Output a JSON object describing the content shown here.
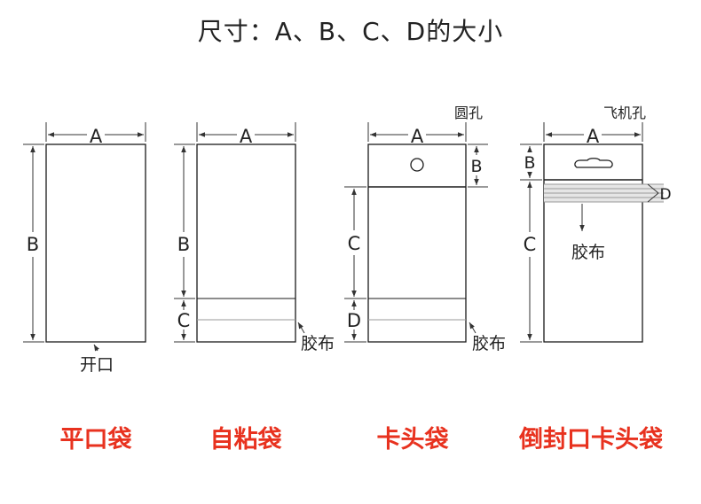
{
  "title": "尺寸：A、B、C、D的大小",
  "colors": {
    "line": "#1a1a1a",
    "dim": "#333333",
    "accent": "#e8321f",
    "tape": "#9a9a9a"
  },
  "bags": [
    {
      "name": "平口袋",
      "dims": {
        "a": "A",
        "b": "B"
      },
      "callouts": {
        "opening": "开口"
      }
    },
    {
      "name": "自粘袋",
      "dims": {
        "a": "A",
        "b": "B",
        "c": "C"
      },
      "callouts": {
        "tape": "胶布"
      }
    },
    {
      "name": "卡头袋",
      "dims": {
        "a": "A",
        "b": "B",
        "c": "C",
        "d": "D"
      },
      "callouts": {
        "hole": "圆孔",
        "tape": "胶布"
      }
    },
    {
      "name": "倒封口卡头袋",
      "dims": {
        "a": "A",
        "b": "B",
        "c": "C",
        "d": "D"
      },
      "callouts": {
        "hole": "飞机孔",
        "tape": "胶布"
      }
    }
  ]
}
